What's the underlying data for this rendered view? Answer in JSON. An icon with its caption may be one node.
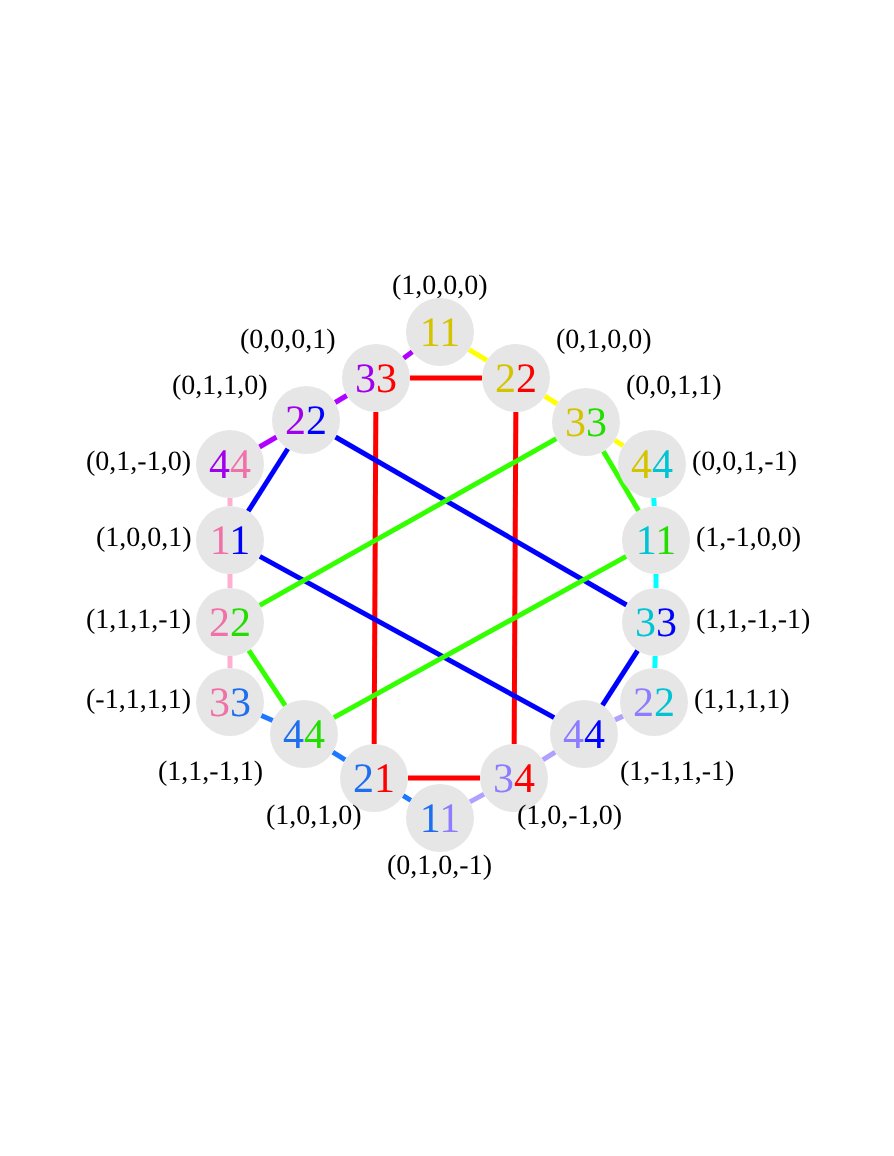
{
  "diagram": {
    "nodes": [
      {
        "text": [
          "11"
        ],
        "beside": [
          "(1,0,0,0)"
        ]
      },
      {
        "text": [
          "22"
        ],
        "beside": [
          "(0,1,0,0)"
        ]
      },
      {
        "text": [
          "33"
        ],
        "beside": [
          "(0,0,1,1)"
        ]
      },
      {
        "text": [
          "44"
        ],
        "beside": [
          "(0,0,1,-1)"
        ]
      },
      {
        "text": [
          "11"
        ],
        "beside": [
          "(1,-1,0,0)"
        ]
      },
      {
        "text": [
          "33"
        ],
        "beside": [
          "(1,1,-1,-1)"
        ]
      },
      {
        "text": [
          "22"
        ],
        "beside": [
          "(1,1,1,1)"
        ]
      },
      {
        "text": [
          "44"
        ],
        "beside": [
          "(1,-1,1,-1)"
        ]
      },
      {
        "text": [
          "34"
        ],
        "beside": [
          "(1,0,-1,0)"
        ]
      },
      {
        "text": [
          "11"
        ],
        "beside": [
          "(0,1,0,-1)"
        ]
      },
      {
        "text": [
          "21"
        ],
        "beside": [
          "(1,0,1,0)"
        ]
      },
      {
        "text": [
          "44"
        ],
        "beside": [
          "(1,1,-1,1)"
        ]
      },
      {
        "text": [
          "33"
        ],
        "beside": [
          "(-1,1,1,1)"
        ]
      },
      {
        "text": [
          "22"
        ],
        "beside": [
          "(1,1,1,-1)"
        ]
      },
      {
        "text": [
          "11"
        ],
        "beside": [
          "(1,0,0,1)"
        ]
      },
      {
        "text": [
          "44"
        ],
        "beside": [
          "(0,1,-1,0)"
        ]
      },
      {
        "text": [
          "22"
        ],
        "beside": [
          "(0,1,1,0)"
        ]
      },
      {
        "text": [
          "33"
        ],
        "beside": [
          "(0,0,0,1)"
        ]
      }
    ],
    "edges": [
      {
        "from": 0,
        "to": 1,
        "arrow": "none",
        "color": "#ffff00"
      },
      {
        "from": 1,
        "to": 2,
        "arrow": "none",
        "color": "#ffff00"
      },
      {
        "from": 2,
        "to": 3,
        "arrow": "none",
        "color": "#ffff00"
      },
      {
        "from": 3,
        "to": 4,
        "arrow": "none",
        "color": "#00ffff"
      },
      {
        "from": 4,
        "to": 5,
        "arrow": "none",
        "color": "#00ffff"
      },
      {
        "from": 5,
        "to": 6,
        "arrow": "none",
        "color": "#00ffff"
      },
      {
        "from": 6,
        "to": 7,
        "arrow": "none",
        "color": "#b0a0ff"
      },
      {
        "from": 7,
        "to": 8,
        "arrow": "none",
        "color": "#b0a0ff"
      },
      {
        "from": 8,
        "to": 9,
        "arrow": "none",
        "color": "#b0a0ff"
      },
      {
        "from": 9,
        "to": 10,
        "arrow": "none",
        "color": "#1e78ff"
      },
      {
        "from": 10,
        "to": 11,
        "arrow": "none",
        "color": "#1e78ff"
      },
      {
        "from": 11,
        "to": 12,
        "arrow": "none",
        "color": "#1e78ff"
      },
      {
        "from": 12,
        "to": 13,
        "arrow": "none",
        "color": "#ffb0d0"
      },
      {
        "from": 13,
        "to": 14,
        "arrow": "none",
        "color": "#ffb0d0"
      },
      {
        "from": 14,
        "to": 15,
        "arrow": "none",
        "color": "#ffb0d0"
      },
      {
        "from": 15,
        "to": 16,
        "arrow": "none",
        "color": "#b000ff"
      },
      {
        "from": 16,
        "to": 17,
        "arrow": "none",
        "color": "#b000ff"
      },
      {
        "from": 17,
        "to": 0,
        "arrow": "none",
        "color": "#b000ff"
      },
      {
        "from": 17,
        "to": 1,
        "arrow": "none",
        "color": "#ff0000"
      },
      {
        "from": 17,
        "to": 10,
        "arrow": "none",
        "color": "#ff0000"
      },
      {
        "from": 1,
        "to": 8,
        "arrow": "none",
        "color": "#ff0000"
      },
      {
        "from": 10,
        "to": 8,
        "arrow": "none",
        "color": "#ff0000"
      },
      {
        "from": 16,
        "to": 14,
        "arrow": "none",
        "color": "#0000ff"
      },
      {
        "from": 16,
        "to": 5,
        "arrow": "none",
        "color": "#0000ff"
      },
      {
        "from": 14,
        "to": 7,
        "arrow": "none",
        "color": "#0000ff"
      },
      {
        "from": 5,
        "to": 7,
        "arrow": "none",
        "color": "#0000ff"
      },
      {
        "from": 2,
        "to": 4,
        "arrow": "none",
        "color": "#33ff00"
      },
      {
        "from": 2,
        "to": 13,
        "arrow": "none",
        "color": "#33ff00"
      },
      {
        "from": 4,
        "to": 11,
        "arrow": "none",
        "color": "#33ff00"
      },
      {
        "from": 13,
        "to": 11,
        "arrow": "none",
        "color": "#33ff00"
      }
    ]
  }
}
